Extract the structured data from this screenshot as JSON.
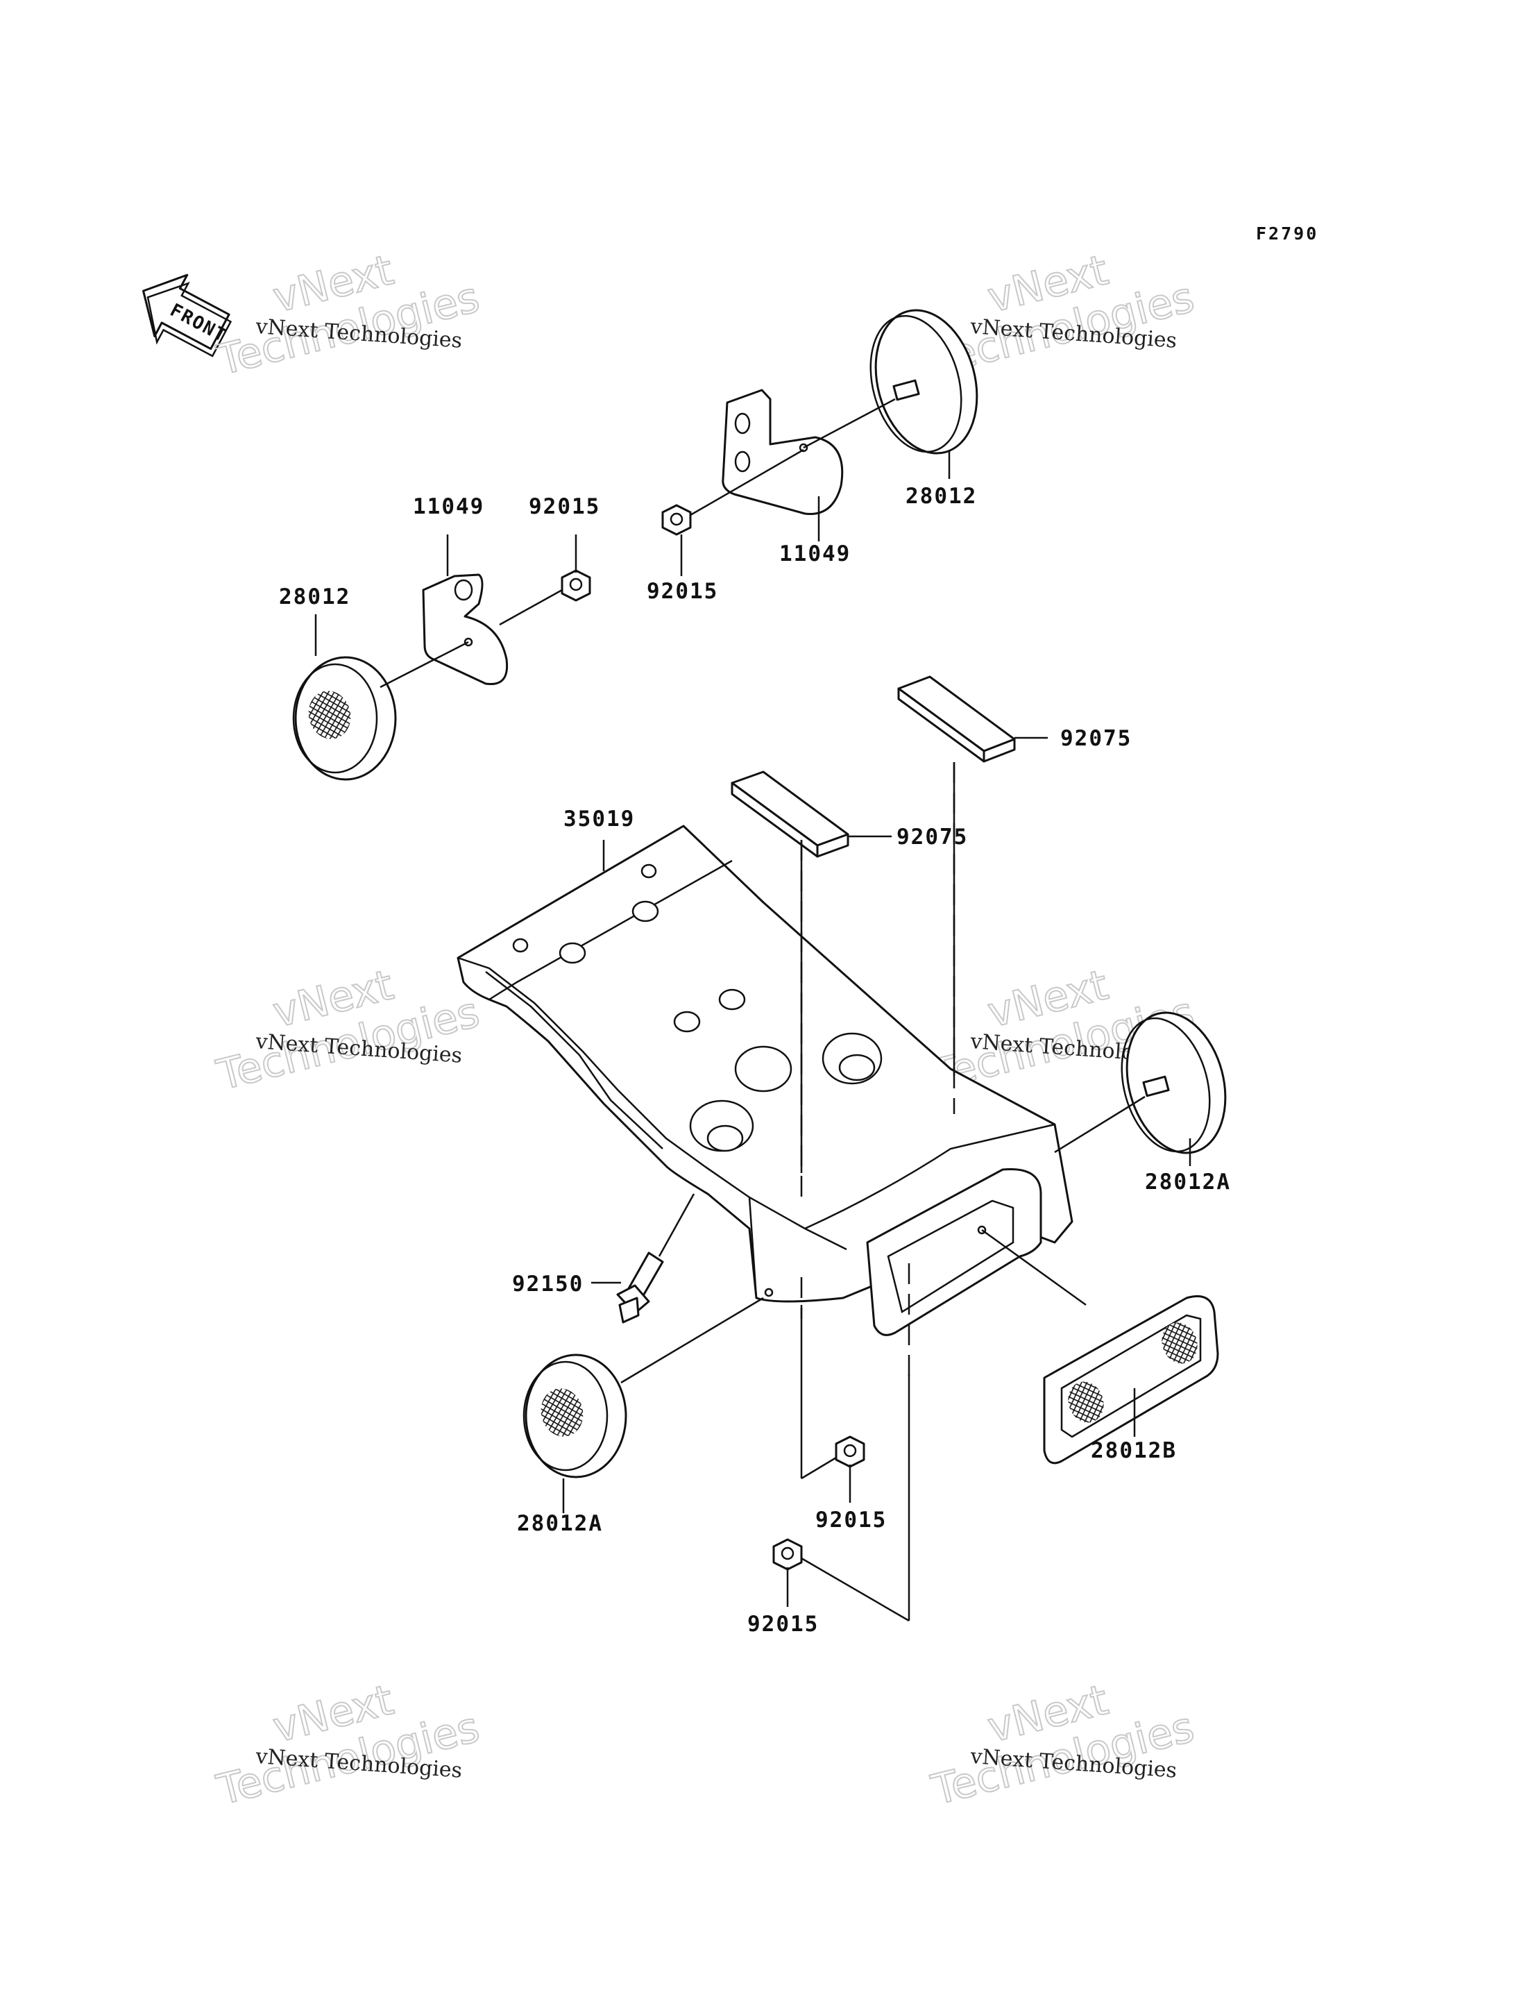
{
  "figure_code": "F2790",
  "front_arrow_text": "FRONT",
  "watermark": {
    "line1": "vNext Technologies",
    "line2": "vNext",
    "line3": "Technologies"
  },
  "part_labels": {
    "bracket_left": "11049",
    "nut_left_top": "92015",
    "reflector_left_top": "28012",
    "nut_top_mid": "92015",
    "bracket_top_right": "11049",
    "reflector_top_right": "28012",
    "pad_right": "92075",
    "pad_mid": "92075",
    "fender": "35019",
    "reflector_side_right": "28012A",
    "bolt": "92150",
    "reflector_rear": "28012B",
    "reflector_side_left": "28012A",
    "nut_bottom_right": "92015",
    "nut_bottom": "92015"
  }
}
